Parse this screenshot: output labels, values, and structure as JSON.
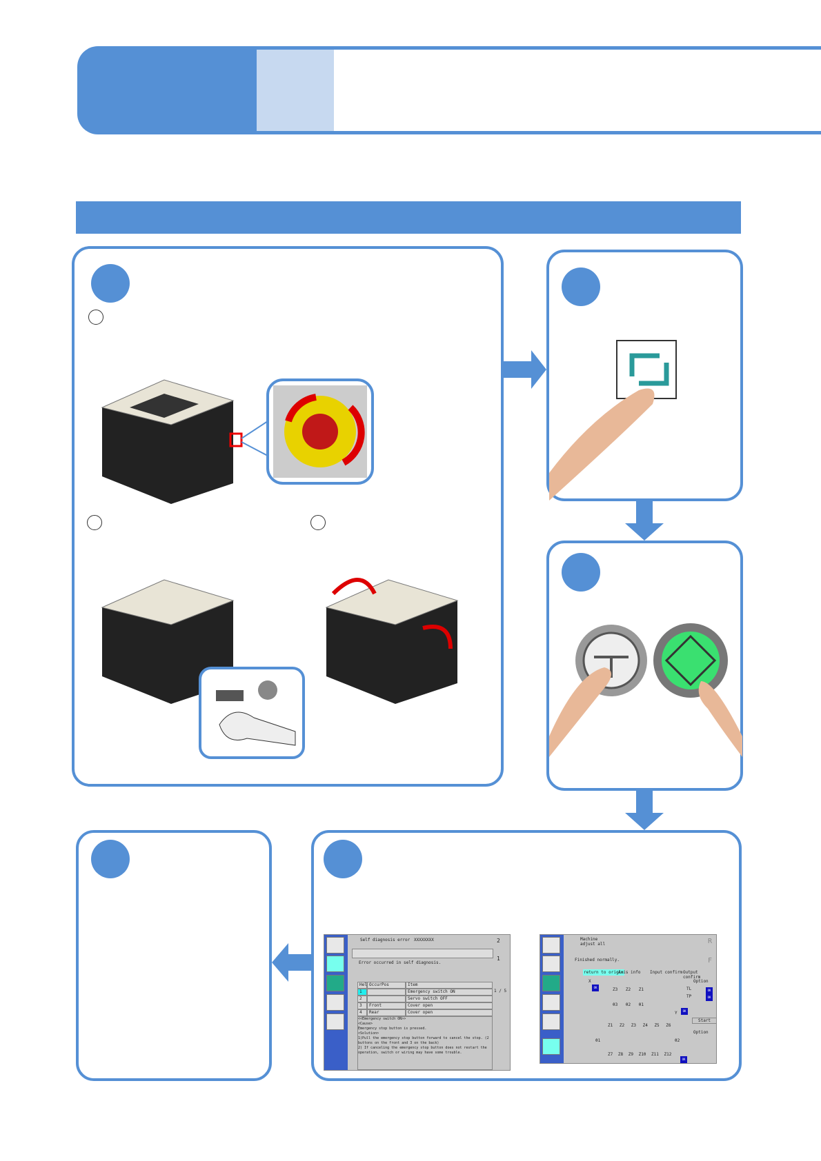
{
  "colors": {
    "accent": "#5590d5",
    "accent_light": "#c7d9f0"
  },
  "screen_a": {
    "title": "Self diagnosis error",
    "file": "XXXXXXXX",
    "tbl_top": "2",
    "tbl_bottom": "1",
    "message": "Error occurred in self diagnosis.",
    "headers": [
      "Help",
      "OccurPos",
      "Item"
    ],
    "rows": [
      {
        "n": "1",
        "pos": "",
        "item": "Emergency switch ON"
      },
      {
        "n": "2",
        "pos": "",
        "item": "Servo switch OFF"
      },
      {
        "n": "3",
        "pos": "Front",
        "item": "Cover open"
      },
      {
        "n": "4",
        "pos": "Rear",
        "item": "Cover open"
      }
    ],
    "page": "1 / 5",
    "details": [
      "<<Emergency switch ON>>",
      "<Cause>",
      "Emergency stop button is pressed.",
      "<Solution>",
      " 1)Pull the emergency stop button forward to cancel the stop. (2",
      "buttons on the front and 3 on the back)",
      "  2) If canceling the emergency stop button does not restart the",
      "operation, switch or wiring may have some trouble."
    ]
  },
  "screen_b": {
    "title": "Machine adjust all",
    "tbl_top": "R",
    "tbl_bottom": "F",
    "message": "Finished normally.",
    "tabs": [
      "return to origin",
      "Axis info",
      "Input confirm",
      "Output confirm"
    ],
    "option_label": "Option",
    "tl": "TL",
    "tp": "TP",
    "start": "Start",
    "option2": "Option",
    "x": "X",
    "y": "Y",
    "ok": "OK",
    "z_top": [
      "Z3",
      "Z2",
      "Z1"
    ],
    "theta_top": [
      "θ3",
      "θ2",
      "θ1"
    ],
    "z_row1": [
      "Z1",
      "Z2",
      "Z3",
      "Z4",
      "Z5",
      "Z6"
    ],
    "z_row2": [
      "Z7",
      "Z8",
      "Z9",
      "Z10",
      "Z11",
      "Z12"
    ],
    "theta1": "θ1",
    "theta2": "θ2"
  }
}
